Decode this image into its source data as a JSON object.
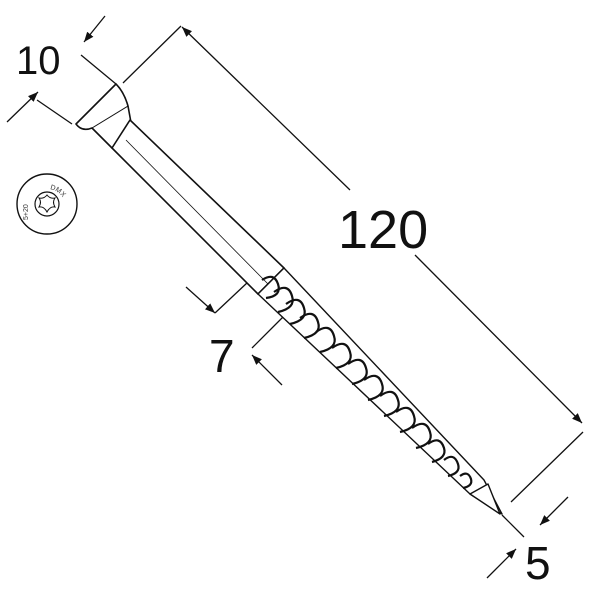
{
  "dimensions": {
    "head_diameter": "10",
    "length": "120",
    "thread_width": "7",
    "point_diameter": "5"
  },
  "head_marking": {
    "top": "DMX",
    "bottom": "5+20"
  },
  "colors": {
    "ink": "#111111",
    "screw_fill": "#ffffff"
  }
}
